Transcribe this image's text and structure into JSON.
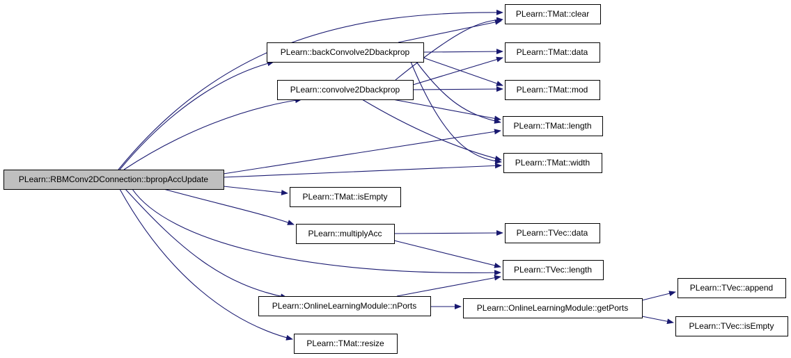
{
  "colors": {
    "edge": "#191970",
    "root_fill": "#bfbfbf",
    "node_fill": "#ffffff",
    "border": "#000000"
  },
  "nodes": [
    {
      "id": "rbm",
      "label": "PLearn::RBMConv2DConnection::bpropAccUpdate",
      "root": true
    },
    {
      "id": "backconv",
      "label": "PLearn::backConvolve2Dbackprop"
    },
    {
      "id": "conv",
      "label": "PLearn::convolve2Dbackprop"
    },
    {
      "id": "tmat_clear",
      "label": "PLearn::TMat::clear"
    },
    {
      "id": "tmat_data",
      "label": "PLearn::TMat::data"
    },
    {
      "id": "tmat_mod",
      "label": "PLearn::TMat::mod"
    },
    {
      "id": "tmat_length",
      "label": "PLearn::TMat::length"
    },
    {
      "id": "tmat_width",
      "label": "PLearn::TMat::width"
    },
    {
      "id": "tmat_isempty",
      "label": "PLearn::TMat::isEmpty"
    },
    {
      "id": "multiplyacc",
      "label": "PLearn::multiplyAcc"
    },
    {
      "id": "tvec_data",
      "label": "PLearn::TVec::data"
    },
    {
      "id": "tvec_length",
      "label": "PLearn::TVec::length"
    },
    {
      "id": "nports",
      "label": "PLearn::OnlineLearningModule::nPorts"
    },
    {
      "id": "getports",
      "label": "PLearn::OnlineLearningModule::getPorts"
    },
    {
      "id": "tvec_append",
      "label": "PLearn::TVec::append"
    },
    {
      "id": "tvec_isempty",
      "label": "PLearn::TVec::isEmpty"
    },
    {
      "id": "tmat_resize",
      "label": "PLearn::TMat::resize"
    }
  ],
  "edges": [
    {
      "from": "rbm",
      "to": "tmat_clear"
    },
    {
      "from": "rbm",
      "to": "backconv"
    },
    {
      "from": "rbm",
      "to": "conv"
    },
    {
      "from": "rbm",
      "to": "tmat_length"
    },
    {
      "from": "rbm",
      "to": "tmat_width"
    },
    {
      "from": "rbm",
      "to": "tmat_isempty"
    },
    {
      "from": "rbm",
      "to": "multiplyacc"
    },
    {
      "from": "rbm",
      "to": "tvec_length"
    },
    {
      "from": "rbm",
      "to": "nports"
    },
    {
      "from": "rbm",
      "to": "tmat_resize"
    },
    {
      "from": "backconv",
      "to": "tmat_clear"
    },
    {
      "from": "backconv",
      "to": "tmat_data"
    },
    {
      "from": "backconv",
      "to": "tmat_mod"
    },
    {
      "from": "backconv",
      "to": "tmat_length"
    },
    {
      "from": "backconv",
      "to": "tmat_width"
    },
    {
      "from": "conv",
      "to": "tmat_clear"
    },
    {
      "from": "conv",
      "to": "tmat_data"
    },
    {
      "from": "conv",
      "to": "tmat_mod"
    },
    {
      "from": "conv",
      "to": "tmat_length"
    },
    {
      "from": "conv",
      "to": "tmat_width"
    },
    {
      "from": "multiplyacc",
      "to": "tvec_data"
    },
    {
      "from": "multiplyacc",
      "to": "tvec_length"
    },
    {
      "from": "nports",
      "to": "tvec_length"
    },
    {
      "from": "nports",
      "to": "getports"
    },
    {
      "from": "getports",
      "to": "tvec_append"
    },
    {
      "from": "getports",
      "to": "tvec_isempty"
    }
  ]
}
